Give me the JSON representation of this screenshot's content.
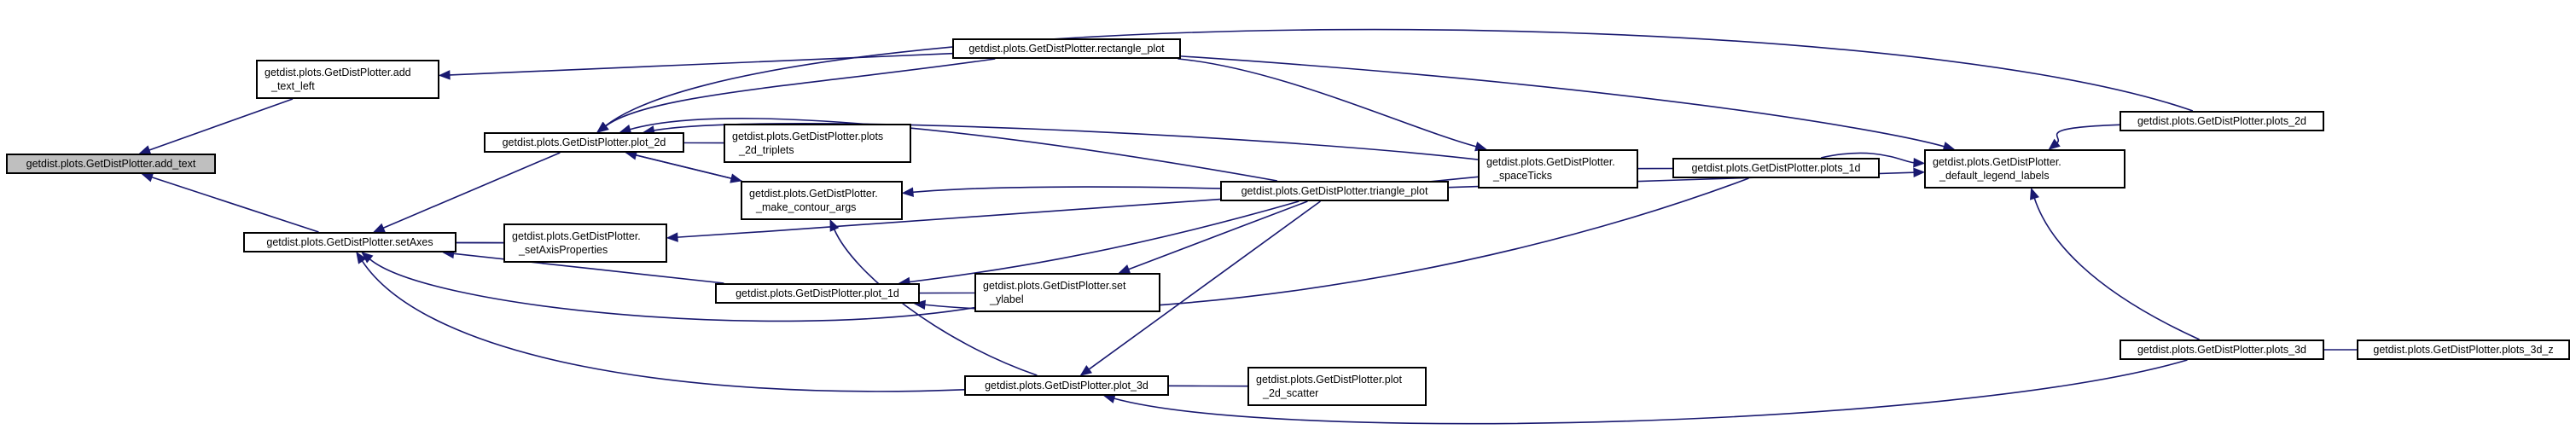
{
  "diagram": {
    "type": "call-graph",
    "colors": {
      "edge": "#191970",
      "focus_fill": "#bfbfbf",
      "node_border": "#000000",
      "background": "#ffffff"
    },
    "nodes": [
      {
        "id": "add_text",
        "lines": [
          "getdist.plots.GetDistPlotter.add_text"
        ],
        "focus": true
      },
      {
        "id": "add_text_left",
        "lines": [
          "getdist.plots.GetDistPlotter.add",
          "_text_left"
        ]
      },
      {
        "id": "setAxes",
        "lines": [
          "getdist.plots.GetDistPlotter.setAxes"
        ]
      },
      {
        "id": "plot_2d",
        "lines": [
          "getdist.plots.GetDistPlotter.plot_2d"
        ]
      },
      {
        "id": "rectangle_plot",
        "lines": [
          "getdist.plots.GetDistPlotter.rectangle_plot"
        ]
      },
      {
        "id": "plots_2d_triplets",
        "lines": [
          "getdist.plots.GetDistPlotter.plots",
          "_2d_triplets"
        ]
      },
      {
        "id": "make_contour_args",
        "lines": [
          "getdist.plots.GetDistPlotter.",
          "_make_contour_args"
        ]
      },
      {
        "id": "setAxisProperties",
        "lines": [
          "getdist.plots.GetDistPlotter.",
          "_setAxisProperties"
        ]
      },
      {
        "id": "plot_1d",
        "lines": [
          "getdist.plots.GetDistPlotter.plot_1d"
        ]
      },
      {
        "id": "set_ylabel",
        "lines": [
          "getdist.plots.GetDistPlotter.set",
          "_ylabel"
        ]
      },
      {
        "id": "plot_3d",
        "lines": [
          "getdist.plots.GetDistPlotter.plot_3d"
        ]
      },
      {
        "id": "plot_2d_scatter",
        "lines": [
          "getdist.plots.GetDistPlotter.plot",
          "_2d_scatter"
        ]
      },
      {
        "id": "triangle_plot",
        "lines": [
          "getdist.plots.GetDistPlotter.triangle_plot"
        ]
      },
      {
        "id": "spaceTicks",
        "lines": [
          "getdist.plots.GetDistPlotter.",
          "_spaceTicks"
        ]
      },
      {
        "id": "plots_1d",
        "lines": [
          "getdist.plots.GetDistPlotter.plots_1d"
        ]
      },
      {
        "id": "default_legend_labels",
        "lines": [
          "getdist.plots.GetDistPlotter.",
          "_default_legend_labels"
        ]
      },
      {
        "id": "plots_2d",
        "lines": [
          "getdist.plots.GetDistPlotter.plots_2d"
        ]
      },
      {
        "id": "plots_3d",
        "lines": [
          "getdist.plots.GetDistPlotter.plots_3d"
        ]
      },
      {
        "id": "plots_3d_z",
        "lines": [
          "getdist.plots.GetDistPlotter.plots_3d_z"
        ]
      }
    ],
    "edges": [
      {
        "from": "add_text_left",
        "to": "add_text"
      },
      {
        "from": "setAxes",
        "to": "add_text"
      },
      {
        "from": "rectangle_plot",
        "to": "add_text_left"
      },
      {
        "from": "plot_2d",
        "to": "setAxes"
      },
      {
        "from": "setAxisProperties",
        "to": "setAxes"
      },
      {
        "from": "plot_1d",
        "to": "setAxes"
      },
      {
        "from": "set_ylabel",
        "to": "setAxes"
      },
      {
        "from": "plot_3d",
        "to": "setAxes"
      },
      {
        "from": "setAxes",
        "to": "setAxisProperties"
      },
      {
        "from": "rectangle_plot",
        "to": "plot_2d"
      },
      {
        "from": "plots_2d_triplets",
        "to": "plot_2d"
      },
      {
        "from": "make_contour_args",
        "to": "plot_2d"
      },
      {
        "from": "triangle_plot",
        "to": "plot_2d"
      },
      {
        "from": "plots_2d",
        "to": "plot_2d"
      },
      {
        "from": "spaceTicks",
        "to": "plot_2d"
      },
      {
        "from": "plot_2d",
        "to": "make_contour_args"
      },
      {
        "from": "triangle_plot",
        "to": "make_contour_args"
      },
      {
        "from": "plot_3d",
        "to": "make_contour_args"
      },
      {
        "from": "triangle_plot",
        "to": "setAxisProperties"
      },
      {
        "from": "set_ylabel",
        "to": "plot_1d"
      },
      {
        "from": "triangle_plot",
        "to": "plot_1d"
      },
      {
        "from": "plots_1d",
        "to": "plot_1d"
      },
      {
        "from": "triangle_plot",
        "to": "set_ylabel"
      },
      {
        "from": "triangle_plot",
        "to": "plot_3d"
      },
      {
        "from": "plot_2d_scatter",
        "to": "plot_3d"
      },
      {
        "from": "plots_3d",
        "to": "plot_3d"
      },
      {
        "from": "rectangle_plot",
        "to": "spaceTicks"
      },
      {
        "from": "triangle_plot",
        "to": "spaceTicks"
      },
      {
        "from": "plots_1d",
        "to": "spaceTicks"
      },
      {
        "from": "rectangle_plot",
        "to": "default_legend_labels"
      },
      {
        "from": "triangle_plot",
        "to": "default_legend_labels"
      },
      {
        "from": "plots_1d",
        "to": "default_legend_labels"
      },
      {
        "from": "plots_2d",
        "to": "default_legend_labels"
      },
      {
        "from": "plots_3d",
        "to": "default_legend_labels"
      },
      {
        "from": "plots_3d_z",
        "to": "plots_3d"
      }
    ]
  }
}
